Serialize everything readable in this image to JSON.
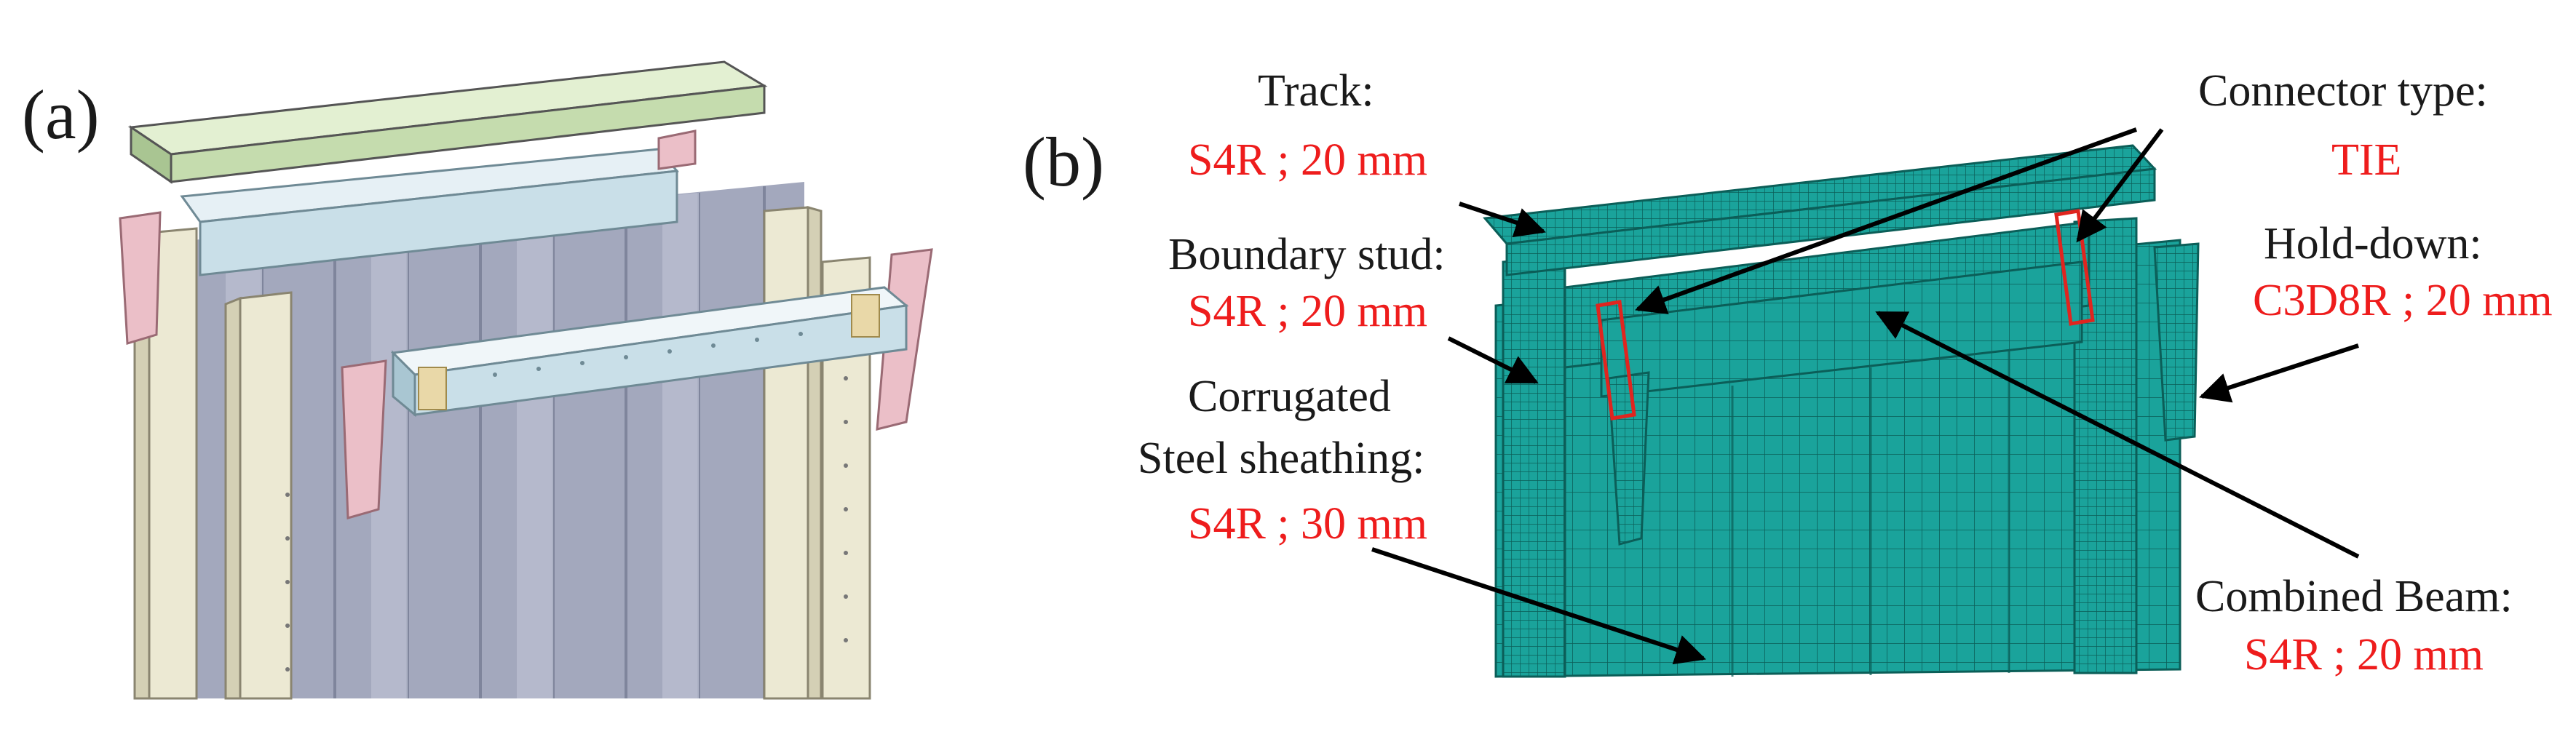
{
  "panel_a": {
    "tag": "(a)"
  },
  "panel_b": {
    "tag": "(b)",
    "labels": {
      "track": {
        "name": "Track:",
        "spec": "S4R ; 20 mm"
      },
      "boundary_stud": {
        "name": "Boundary stud:",
        "spec": "S4R ; 20 mm"
      },
      "sheathing": {
        "name_line1": "Corrugated",
        "name_line2": "Steel sheathing:",
        "spec": "S4R ; 30 mm"
      },
      "connector": {
        "name": "Connector type:",
        "spec": "TIE"
      },
      "hold_down": {
        "name": "Hold-down:",
        "spec": "C3D8R ; 20 mm"
      },
      "combined_beam": {
        "name": "Combined Beam:",
        "spec": "S4R ; 20 mm"
      }
    }
  },
  "colors": {
    "label_text": "#1a1a1a",
    "spec_text": "#ee1c1c",
    "mesh_fill": "#1aa39b",
    "mesh_line": "#0b5e58",
    "sheathing_gray": "#9ea3b8",
    "stud_cream": "#e9e6cf",
    "track_green": "#d6e8c0",
    "beam_blue": "#cfe3ec",
    "hold_down_pink": "#e8b9c2"
  }
}
